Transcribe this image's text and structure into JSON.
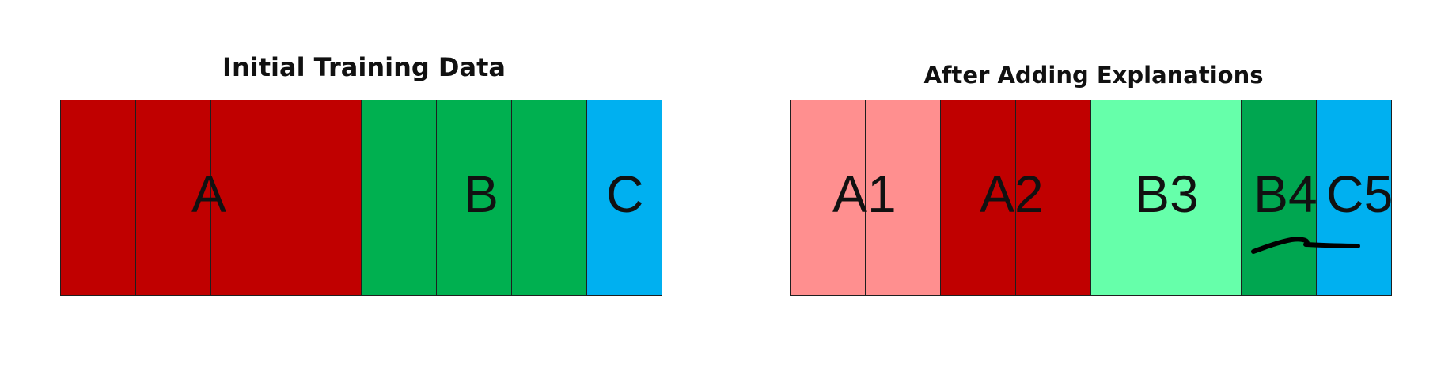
{
  "panels": {
    "left": {
      "title": "Initial Training Data",
      "groups": [
        {
          "label": "A",
          "cells": 4,
          "color": "#c00000"
        },
        {
          "label": "B",
          "cells": 3,
          "color": "#00b050"
        },
        {
          "label": "C",
          "cells": 1,
          "color": "#00b0f0"
        }
      ]
    },
    "right": {
      "title": "After Adding Explanations",
      "groups": [
        {
          "label": "A1",
          "cells": 2,
          "color": "#ff8f8f"
        },
        {
          "label": "A2",
          "cells": 2,
          "color": "#c00000"
        },
        {
          "label": "B3",
          "cells": 2,
          "color": "#66ffaa"
        },
        {
          "label": "B4",
          "cells": 1,
          "color": "#00a650"
        },
        {
          "label": "C5",
          "cells": 1,
          "color": "#00b0f0"
        }
      ]
    }
  },
  "annotation": {
    "type": "handwritten-underline",
    "under": "B4",
    "color": "#000000"
  }
}
